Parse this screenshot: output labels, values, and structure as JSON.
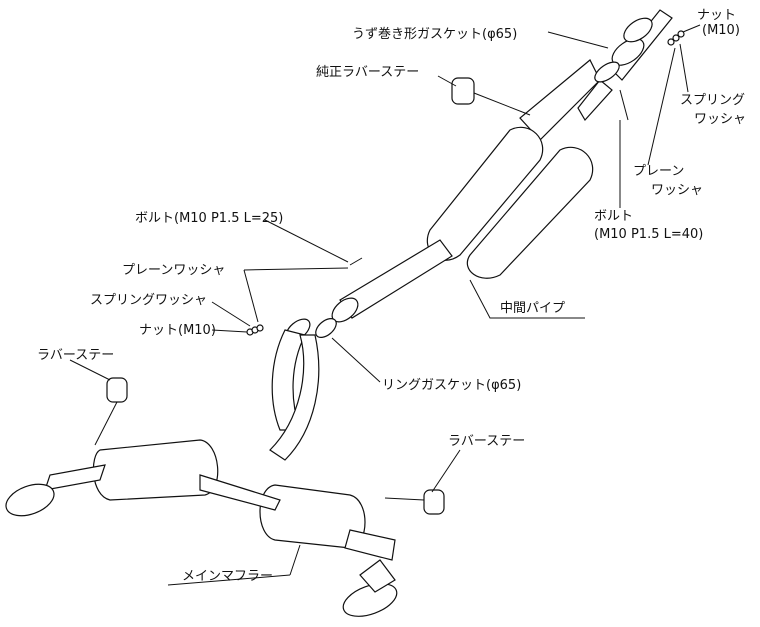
{
  "title": "Exhaust system parts diagram",
  "labels": {
    "spiral_gasket": "うず巻き形ガスケット(φ65)",
    "nut_top": "ナット",
    "nut_top_size": "(M10)",
    "oem_rubber_stay": "純正ラバーステー",
    "spring_washer_top_1": "スプリング",
    "spring_washer_top_2": "ワッシャ",
    "plain_washer_top_1": "プレーン",
    "plain_washer_top_2": "ワッシャ",
    "bolt_top": "ボルト",
    "bolt_top_size": "(M10 P1.5 L=40)",
    "bolt_mid": "ボルト(M10 P1.5 L=25)",
    "plain_washer_mid": "プレーンワッシャ",
    "spring_washer_mid": "スプリングワッシャ",
    "nut_mid": "ナット(M10)",
    "center_pipe": "中間パイプ",
    "rubber_stay_left": "ラバーステー",
    "ring_gasket": "リングガスケット(φ65)",
    "rubber_stay_right": "ラバーステー",
    "main_muffler": "メインマフラー"
  }
}
